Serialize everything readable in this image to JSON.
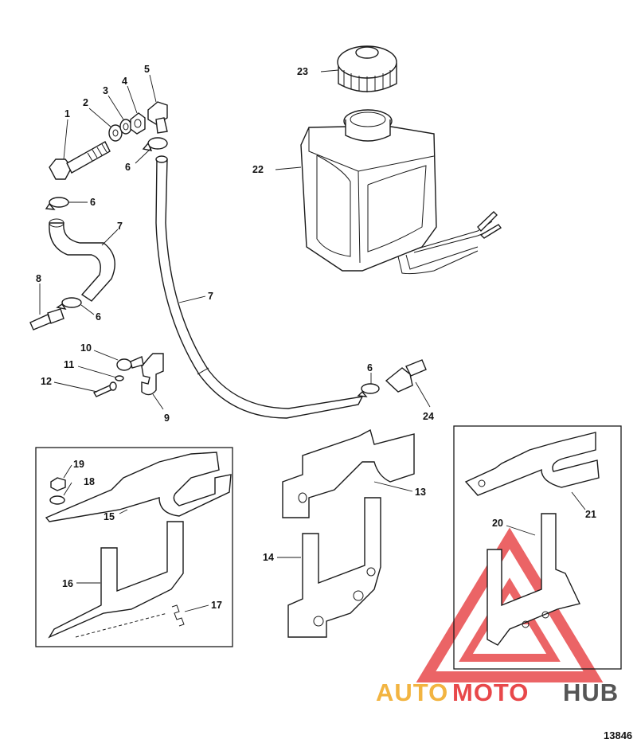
{
  "diagram": {
    "reference_number": "13846",
    "callouts": [
      "1",
      "2",
      "3",
      "4",
      "5",
      "6",
      "6",
      "6",
      "6",
      "7",
      "7",
      "8",
      "9",
      "10",
      "11",
      "12",
      "13",
      "14",
      "15",
      "16",
      "17",
      "18",
      "19",
      "20",
      "21",
      "22",
      "23",
      "24"
    ]
  },
  "watermark": {
    "text_part1": "AUTO",
    "text_part2": "MOTO",
    "text_part3": "HUB",
    "color_auto": "#f2b441",
    "color_moto": "#e8484a",
    "color_hub": "#555555",
    "triangle_color": "#e84a4c"
  }
}
